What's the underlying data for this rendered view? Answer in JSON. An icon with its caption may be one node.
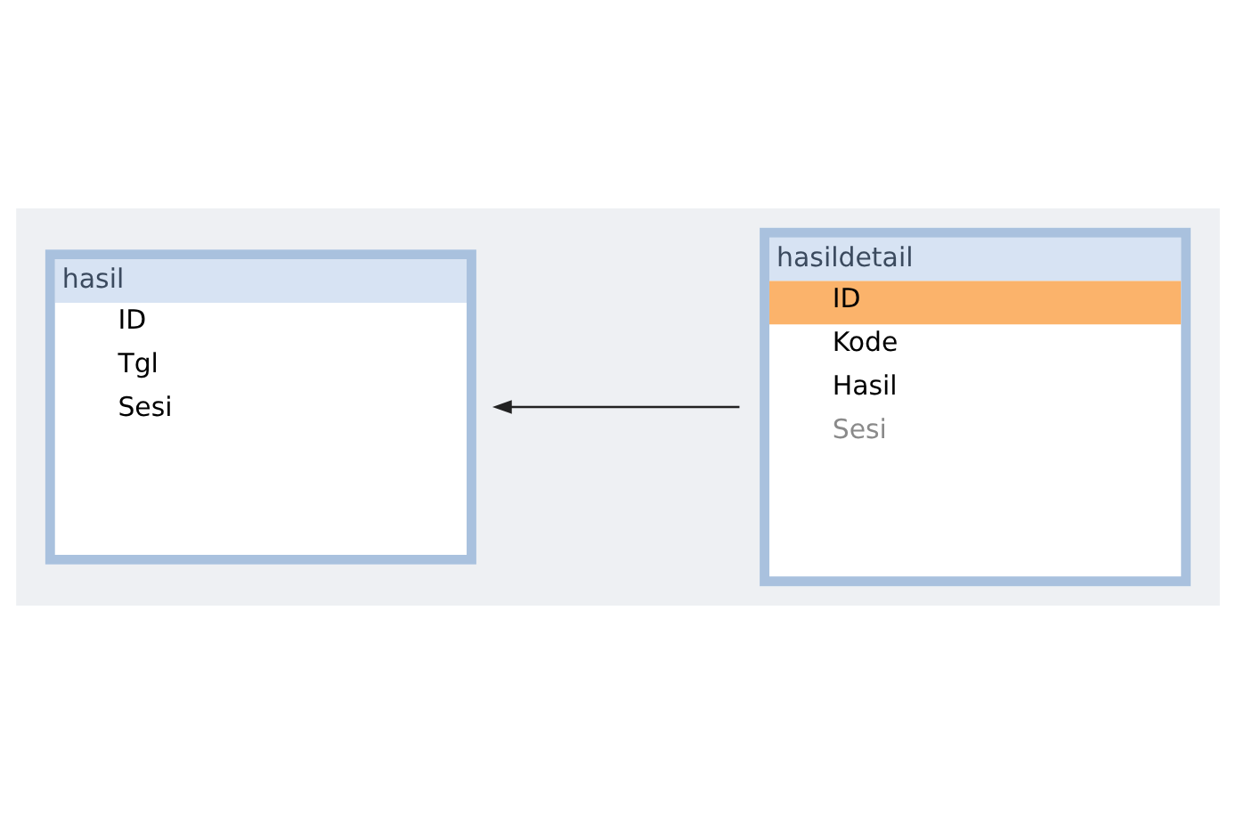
{
  "diagram": {
    "nodes": [
      {
        "text": [
          "hasil",
          "ID",
          "Tgl",
          "Sesi"
        ]
      },
      {
        "text": [
          "hasildetail",
          "ID",
          "Kode",
          "Hasil",
          "Sesi"
        ]
      }
    ],
    "edges": [
      {
        "from": 1,
        "to": 0,
        "arrow": "to"
      }
    ]
  }
}
